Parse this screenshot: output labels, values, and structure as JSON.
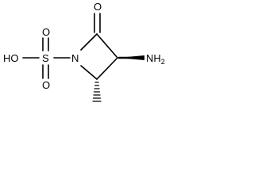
{
  "structure": {
    "atoms": {
      "hydroxyl": "HO",
      "sulfur": "S",
      "sulfonyl_oxygen_top": "O",
      "sulfonyl_oxygen_bottom": "O",
      "ring_nitrogen": "N",
      "carbonyl_oxygen": "O",
      "amino_group": "NH",
      "amino_subscript": "2"
    }
  }
}
